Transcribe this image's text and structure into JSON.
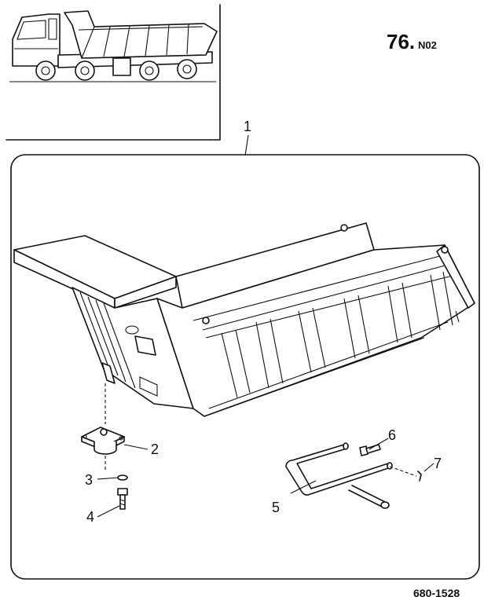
{
  "page": {
    "number": "76.",
    "suffix": "N02",
    "drawing_number": "680-1528"
  },
  "callouts": {
    "c1": "1",
    "c2": "2",
    "c3": "3",
    "c4": "4",
    "c5": "5",
    "c6": "6",
    "c7": "7"
  },
  "vehicle_thumbnail": {
    "icon": "dump-truck-icon"
  },
  "parts_icons": {
    "body": "tipper-body-icon",
    "bracket": "mounting-bracket-icon",
    "washer": "washer-icon",
    "bolt": "bolt-icon",
    "prop_bar": "prop-rod-icon",
    "pin": "pin-icon",
    "cotter": "cotter-pin-icon"
  }
}
